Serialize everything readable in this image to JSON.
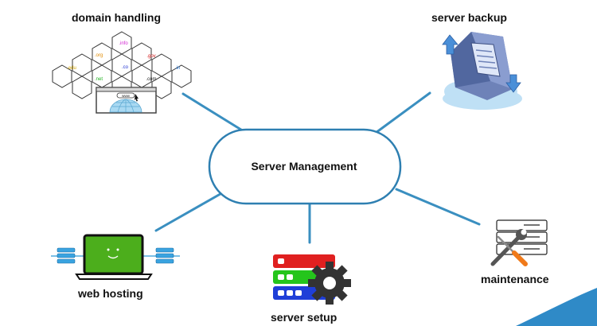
{
  "center": {
    "label": "Server Management"
  },
  "nodes": {
    "domain_handling": {
      "label": "domain handling",
      "tlds": [
        ".info",
        ".org",
        ".gov",
        ".edu",
        ".co",
        ".in",
        ".net",
        ".com"
      ],
      "browser_text": "www"
    },
    "server_backup": {
      "label": "server backup"
    },
    "web_hosting": {
      "label": "web hosting"
    },
    "server_setup": {
      "label": "server setup"
    },
    "maintenance": {
      "label": "maintenance"
    }
  },
  "colors": {
    "connector": "#3a8fc0",
    "ellipse_stroke": "#2e7fb1",
    "hex_stroke": "#333333",
    "backup_body": "#6e82b8",
    "backup_cloud": "#bfe0f5",
    "screen_green": "#4cae1c",
    "setup_red": "#e02020",
    "setup_green": "#25c51c",
    "setup_blue": "#1f3fd8",
    "gear": "#333333",
    "accent_corner": "#2f8ac7"
  },
  "icons": {
    "domain_handling": "hexagon-domain-grid-icon",
    "server_backup": "server-backup-icon",
    "web_hosting": "laptop-hosting-icon",
    "server_setup": "server-gear-icon",
    "maintenance": "server-tools-icon"
  }
}
